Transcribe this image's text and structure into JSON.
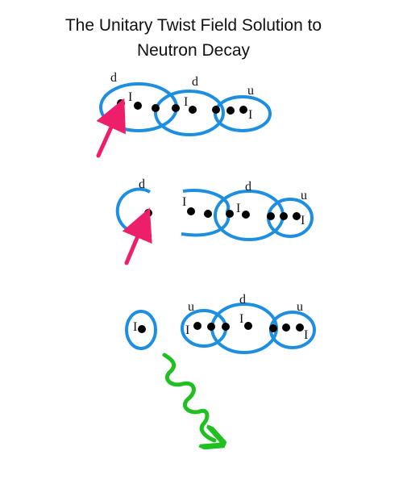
{
  "title": {
    "line1": "The Unitary Twist Field Solution to",
    "line2": "Neutron Decay"
  },
  "colors": {
    "loop": "#1e8fe0",
    "incoming_arrow": "#ee1f6a",
    "emitted_wave": "#20c020",
    "dot": "#000000",
    "text": "#111111"
  },
  "stage1": {
    "quark_labels": [
      "d",
      "d",
      "u"
    ],
    "field_marks": [
      "I",
      "I",
      "I"
    ]
  },
  "stage2": {
    "quark_labels": [
      "d",
      "d",
      "u"
    ],
    "field_marks": [
      "I",
      "I",
      "I"
    ]
  },
  "stage3": {
    "quark_labels": [
      "u",
      "d",
      "u"
    ],
    "field_marks": [
      "I",
      "I",
      "I",
      "I"
    ]
  }
}
